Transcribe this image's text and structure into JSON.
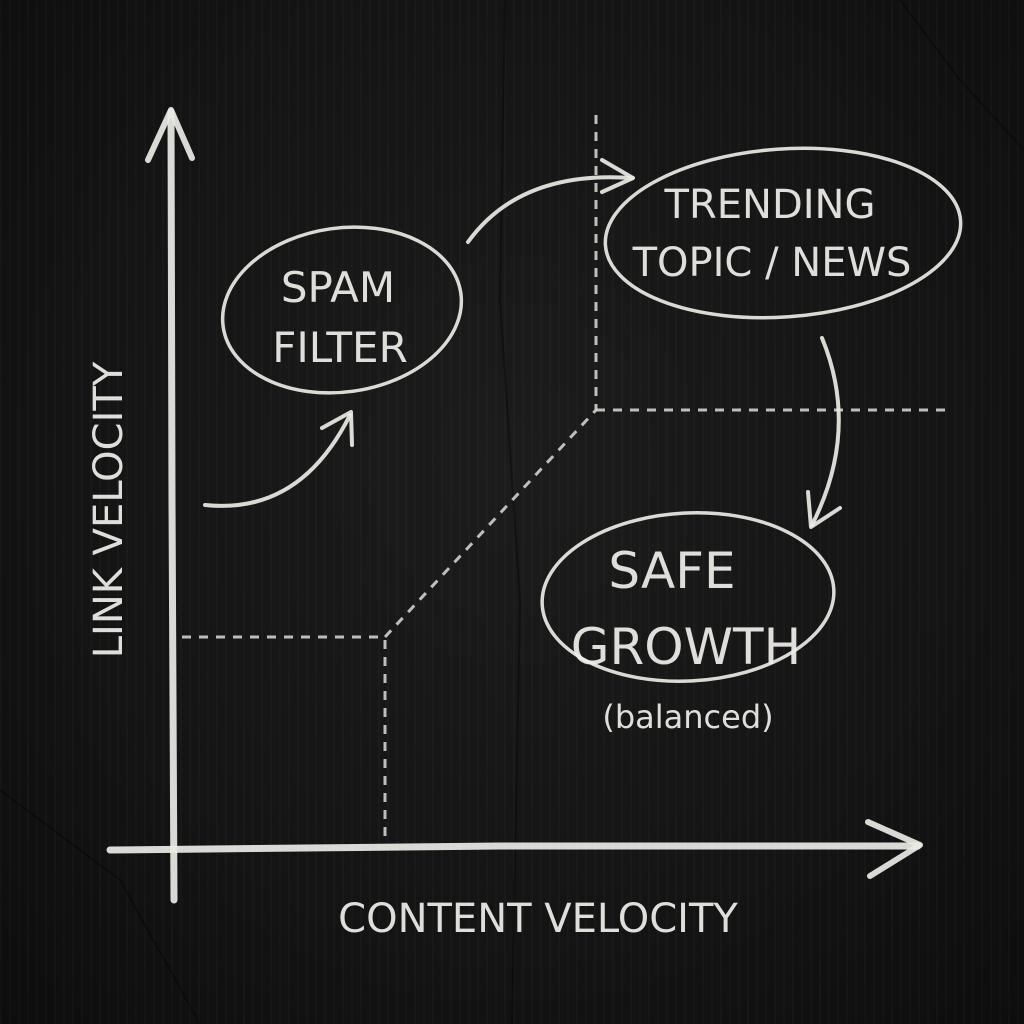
{
  "axes": {
    "y_label": "LINK VELOCITY",
    "x_label": "CONTENT VELOCITY"
  },
  "nodes": {
    "spam": {
      "line1": "SPAM",
      "line2": "FILTER"
    },
    "trending": {
      "line1": "TRENDING",
      "line2": "TOPIC / NEWS"
    },
    "safe": {
      "line1": "SAFE",
      "line2": "GROWTH",
      "note": "(balanced)"
    }
  },
  "colors": {
    "background": "#141414",
    "chalk": "#ecebe6"
  }
}
